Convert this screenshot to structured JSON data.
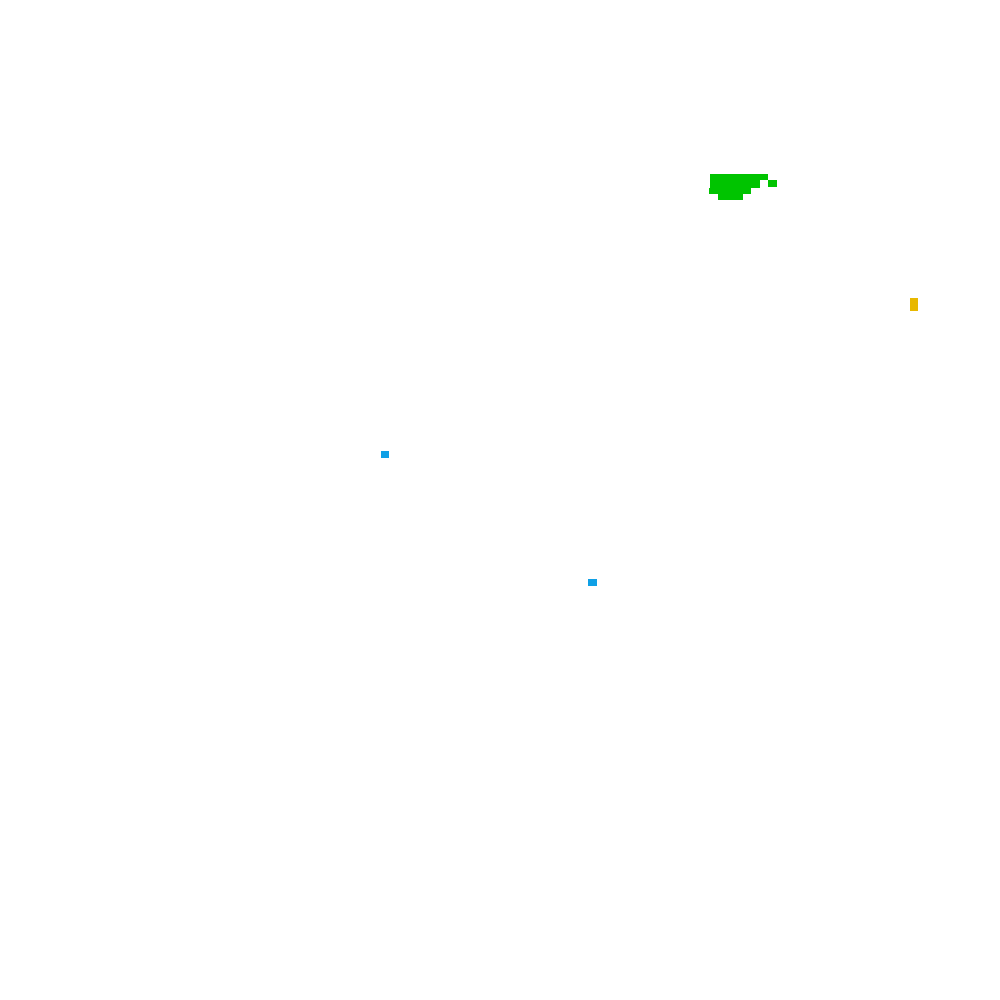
{
  "canvas": {
    "background": "#ffffff"
  },
  "shapes": [
    {
      "name": "green-blob",
      "color": "#00c400"
    },
    {
      "name": "yellow-marker",
      "color": "#e8b800"
    },
    {
      "name": "blue-dot-upper",
      "color": "#0fa0e6"
    },
    {
      "name": "blue-dot-lower",
      "color": "#0fa0e6"
    }
  ]
}
